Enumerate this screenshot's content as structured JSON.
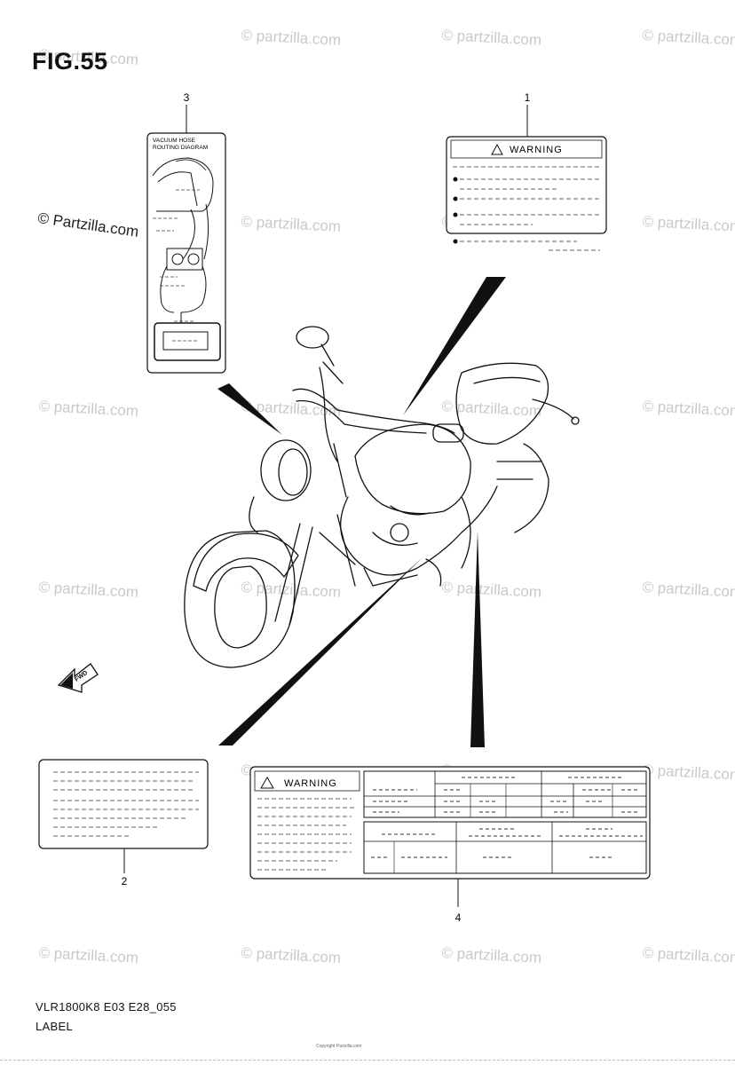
{
  "figure": {
    "title": "FIG.55",
    "model_code": "VLR1800K8 E03 E28_055",
    "category": "LABEL"
  },
  "callouts": [
    "1",
    "2",
    "3",
    "4"
  ],
  "labels": {
    "warning_label_1_heading": "WARNING",
    "warning_label_4_heading": "WARNING",
    "vacuum_hose_line1": "VACUUM HOSE",
    "vacuum_hose_line2": "ROUTING DIAGRAM",
    "fwd_arrow": "FWD"
  },
  "watermark": {
    "text": "© Partzilla.com",
    "text_lower": "© partzilla.com"
  },
  "copyright_small": "Copyright Partzilla.com"
}
